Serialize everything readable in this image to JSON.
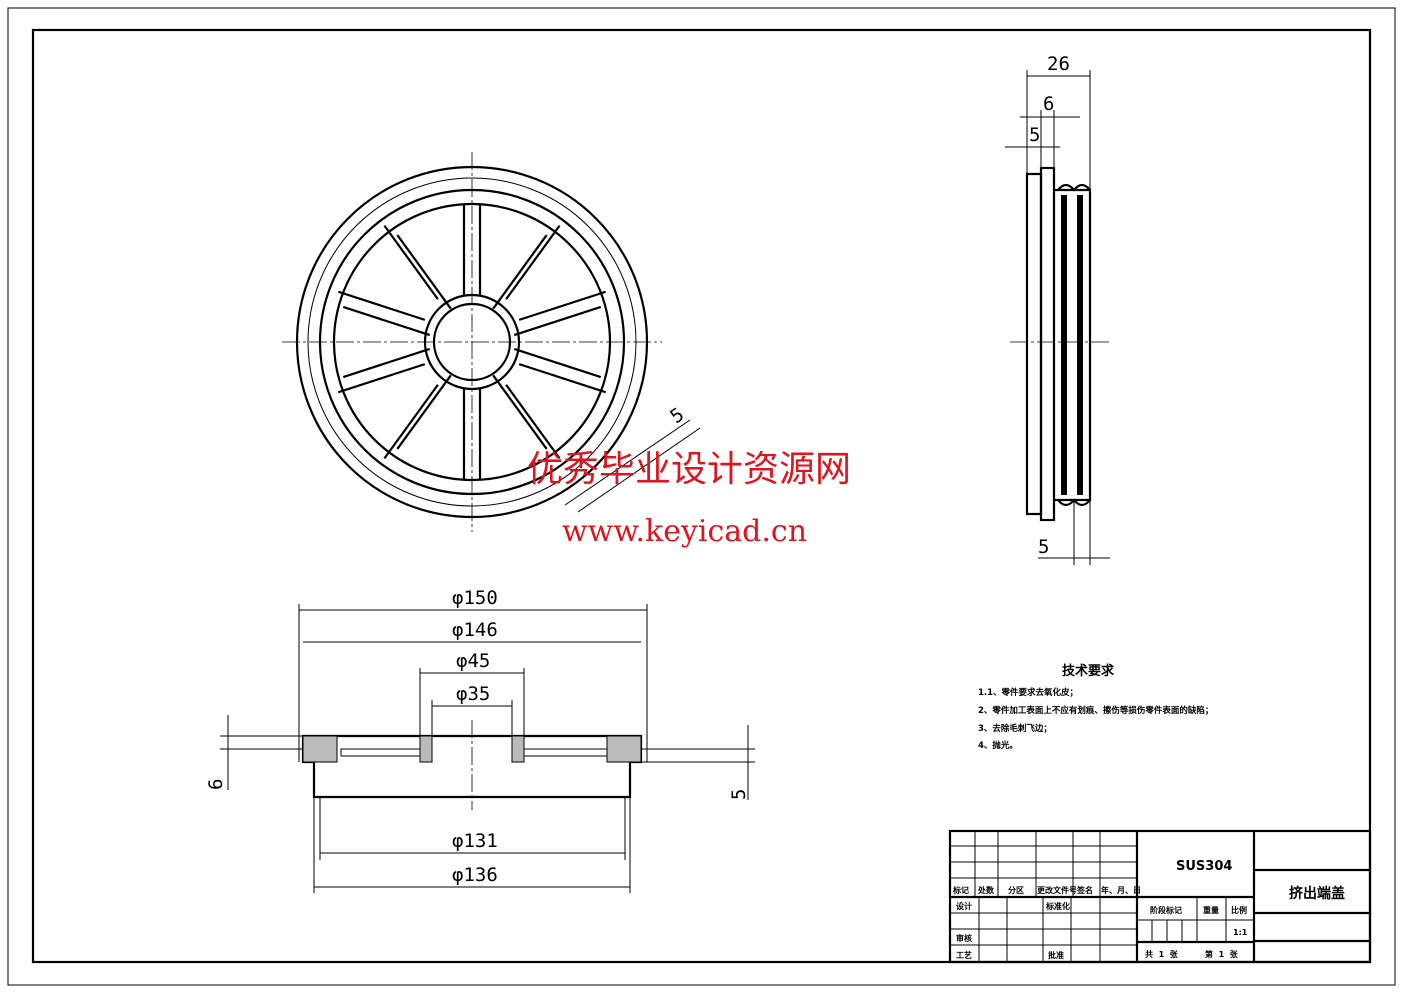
{
  "dimensions": {
    "side_width": "26",
    "side_flange": "6",
    "side_lip": "5",
    "side_thread": "5",
    "section_d150": "φ150",
    "section_d146": "φ146",
    "section_d45": "φ45",
    "section_d35": "φ35",
    "section_d131": "φ131",
    "section_d136": "φ136",
    "section_left": "6",
    "section_right": "5",
    "front_groove": "5"
  },
  "watermark": {
    "title": "优秀毕业设计资源网",
    "url": "www.keyicad.cn"
  },
  "tech_requirements": {
    "title": "技术要求",
    "items": [
      "1.1、零件要求去氧化皮；",
      "2、零件加工表面上不应有划痕、擦伤等损伤零件表面的缺陷；",
      "3、去除毛刺飞边；",
      "4、抛光。"
    ]
  },
  "title_block": {
    "material": "SUS304",
    "part_name": "挤出端盖",
    "scale_value": "1:1",
    "headers": [
      "标记",
      "处数",
      "分区",
      "更改文件号",
      "签名",
      "年、月、日"
    ],
    "design": "设计",
    "standardization": "标准化",
    "review": "审核",
    "process": "工艺",
    "approve": "批准",
    "stage_mark": "阶段标记",
    "weight": "重量",
    "scale": "比例",
    "sheets_total": "共  1  张",
    "sheet_no": "第  1  张"
  }
}
